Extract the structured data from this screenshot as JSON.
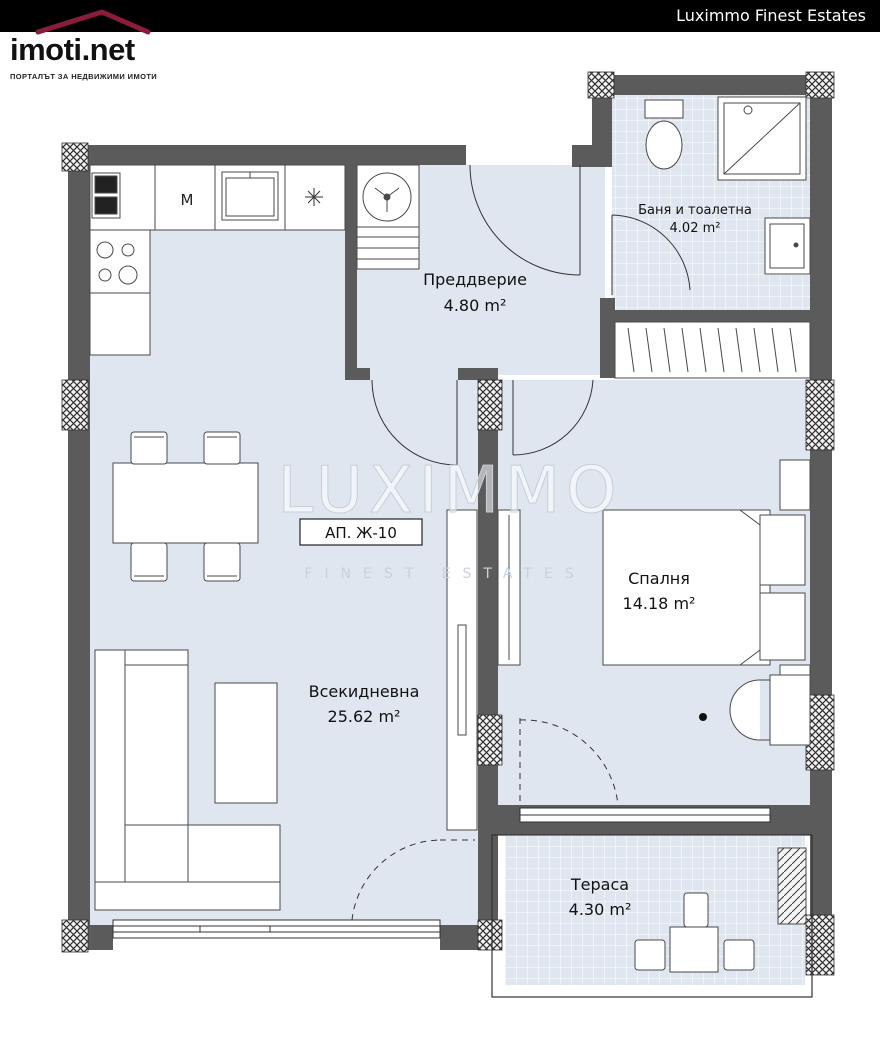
{
  "header": {
    "agency": "Luximmo Finest Estates"
  },
  "logo": {
    "name_main": "imoti",
    "name_suffix": ".net",
    "tagline": "ПОРТАЛЪТ ЗА НЕДВИЖИМИ ИМОТИ",
    "roof_color": "#8b1d3b"
  },
  "plan": {
    "apartment_code": "АП. Ж-10",
    "kitchen_marker": "M",
    "rooms": [
      {
        "name": "Всекидневна",
        "area": "25.62 m²"
      },
      {
        "name": "Преддверие",
        "area": "4.80 m²"
      },
      {
        "name": "Баня и тоалетна",
        "area": "4.02 m²"
      },
      {
        "name": "Спалня",
        "area": "14.18 m²"
      },
      {
        "name": "Тераса",
        "area": "4.30 m²"
      }
    ]
  },
  "watermark": {
    "main": "LUXIMMO",
    "sub": "FINEST ESTATES"
  },
  "colors": {
    "floor": "#dfe6ef",
    "wall": "#5b5b5b",
    "fixture_stroke": "#4a4a4a",
    "hatch": "#3a3a3a"
  }
}
